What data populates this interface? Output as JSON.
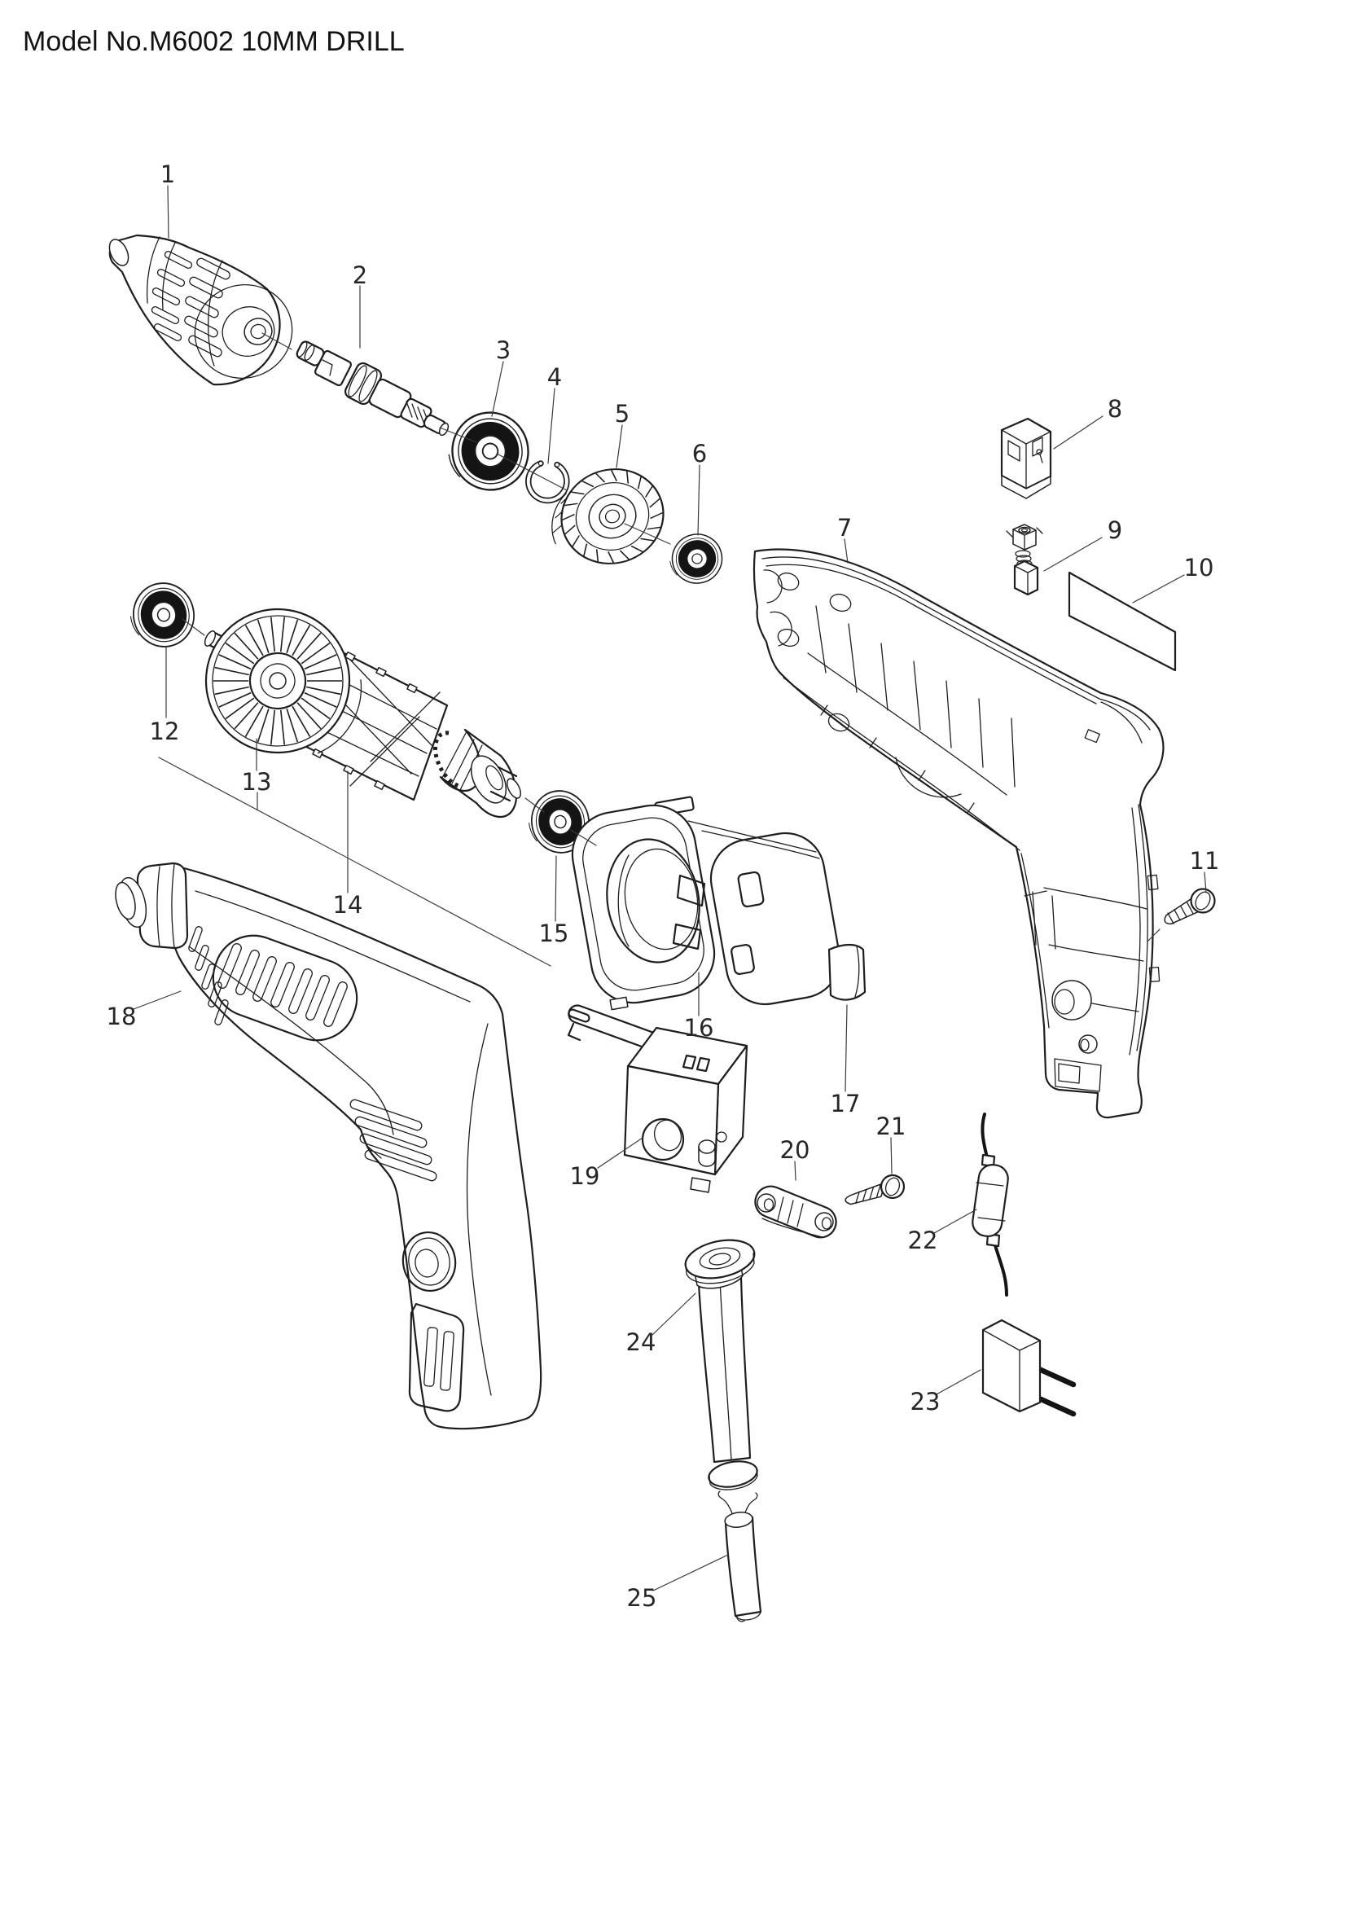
{
  "title": "Model No.M6002 10MM DRILL",
  "colors": {
    "line": "#1e1e1e",
    "dark_fill": "#141414",
    "background": "#ffffff"
  },
  "parts": [
    {
      "number": "1"
    },
    {
      "number": "2"
    },
    {
      "number": "3"
    },
    {
      "number": "4"
    },
    {
      "number": "5"
    },
    {
      "number": "6"
    },
    {
      "number": "7"
    },
    {
      "number": "8"
    },
    {
      "number": "9"
    },
    {
      "number": "10"
    },
    {
      "number": "11"
    },
    {
      "number": "12"
    },
    {
      "number": "13"
    },
    {
      "number": "14"
    },
    {
      "number": "15"
    },
    {
      "number": "16"
    },
    {
      "number": "17"
    },
    {
      "number": "18"
    },
    {
      "number": "19"
    },
    {
      "number": "20"
    },
    {
      "number": "21"
    },
    {
      "number": "22"
    },
    {
      "number": "23"
    },
    {
      "number": "24"
    },
    {
      "number": "25"
    }
  ]
}
